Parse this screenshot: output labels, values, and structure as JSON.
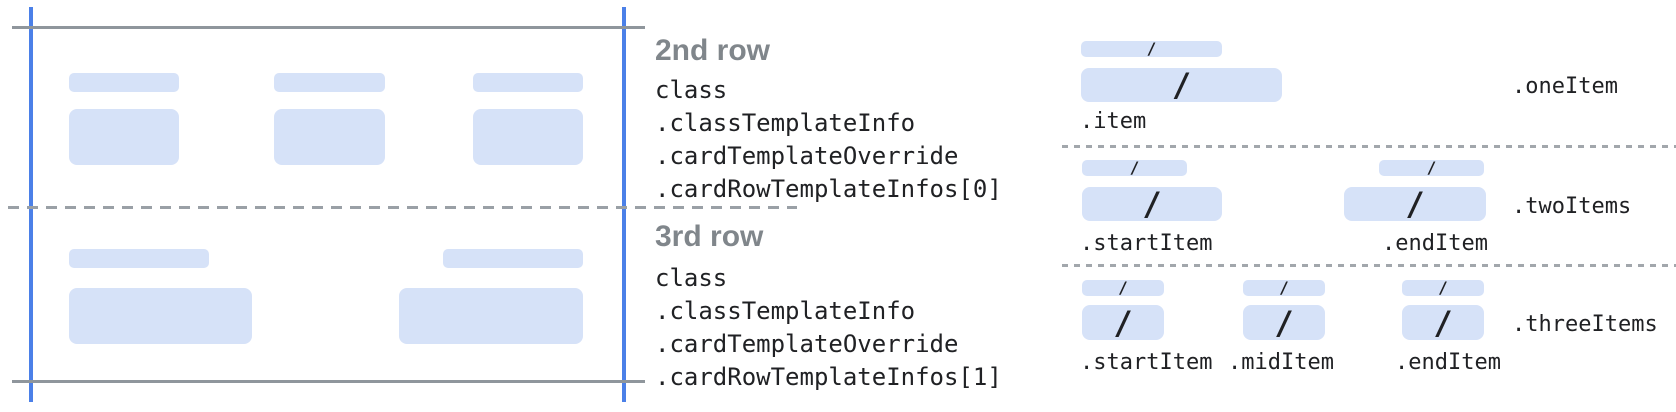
{
  "slash_glyph": "/",
  "annotations": [
    {
      "title": "2nd row",
      "code_lines": [
        "class",
        ".classTemplateInfo",
        ".cardTemplateOverride",
        ".cardRowTemplateInfos[0]"
      ]
    },
    {
      "title": "3rd row",
      "code_lines": [
        "class",
        ".classTemplateInfo",
        ".cardTemplateOverride",
        ".cardRowTemplateInfos[1]"
      ]
    }
  ],
  "layouts": [
    {
      "variant": ".oneItem",
      "items": [
        ".item"
      ]
    },
    {
      "variant": ".twoItems",
      "items": [
        ".startItem",
        ".endItem"
      ]
    },
    {
      "variant": ".threeItems",
      "items": [
        ".startItem",
        ".midItem",
        ".endItem"
      ]
    }
  ],
  "colors": {
    "accent_blue": "#4b80e8",
    "placeholder_blue": "#d6e2f8",
    "line_gray": "#8f969c",
    "title_gray": "#80868b",
    "code_dark": "#202124"
  }
}
